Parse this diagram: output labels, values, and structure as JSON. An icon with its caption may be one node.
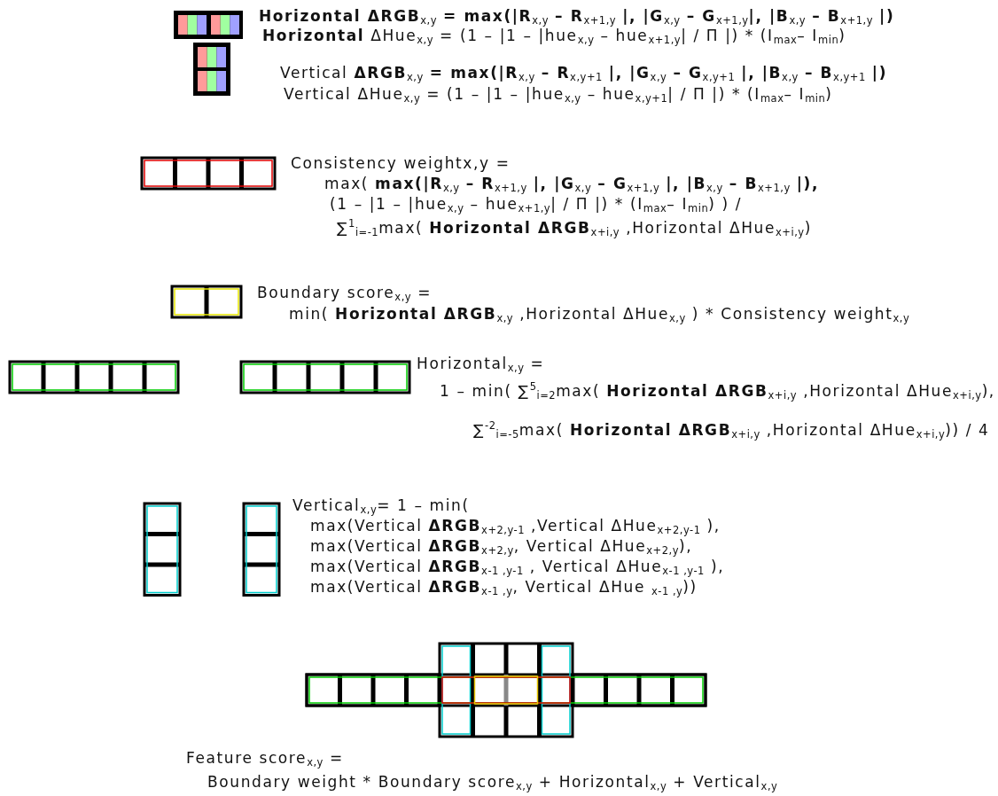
{
  "diagram": {
    "labels": [
      "**Horizontal ΔRGB**$_{x,y}$ **= max(|R**$_{x,y}$ **– R**$_{x+1,y}$ **|, |G**$_{x,y}$ **– G**$_{x+1,y}$**|, |B**$_{x,y}$ **– B**$_{x+1,y}$ **|)**",
      "**Horizontal** ΔHue$_{x,y}$ = (1 – |1 – |hue$_{x,y}$ – hue$_{x+1,y}$| / Π |) * (I$_{max}$– I$_{min}$)",
      "Vertical **ΔRGB**$_{x,y}$ **= max(|R**$_{x,y}$ **– R**$_{x,y+1}$ **|, |G**$_{x,y}$ **– G**$_{x,y+1}$ **|, |B**$_{x,y}$ **– B**$_{x,y+1}$ **|)**",
      "Vertical ΔHue$_{x,y}$ = (1 – |1 – |hue$_{x,y}$ – hue$_{x,y+1}$| / Π |) * (I$_{max}$– I$_{min}$)",
      "Consistency weightx,y =",
      "max( **max(|R**$_{x,y}$ **– R**$_{x+1,y}$ **|, |G**$_{x,y}$ **– G**$_{x+1,y}$ **|, |B**$_{x,y}$ **– B**$_{x+1,y}$ **|),**",
      "(1 – |1 – |hue$_{x,y}$ – hue$_{x+1,y}$| / Π |) * (I$_{max}$– I$_{min}$) ) /",
      "∑$^{1}$$_{i=-1}$max( **Horizontal ΔRGB**$_{x+i,y}$ ,Horizontal ΔHue$_{x+i,y}$)",
      "Boundary score$_{x,y}$ =",
      "min( **Horizontal ΔRGB**$_{x,y}$ ,Horizontal ΔHue$_{x,y}$ ) * Consistency weight$_{x,y}$",
      "Horizontal$_{x,y}$ =",
      "1 – min( ∑$^{5}$$_{i=2}$max( **Horizontal ΔRGB**$_{x+i,y}$ ,Horizontal ΔHue$_{x+i,y}$),",
      "∑$^{-2}$$_{i=-5}$max( **Horizontal ΔRGB**$_{x+i,y}$ ,Horizontal ΔHue$_{x+i,y}$)) / 4",
      "Vertical$_{x,y}$= 1 – min(",
      "max(Vertical **ΔRGB**$_{x+2,y-1}$ ,Vertical ΔHue$_{x+2,y-1}$ ),",
      "max(Vertical **ΔRGB**$_{x+2,y}$, Vertical ΔHue$_{x+2,y}$),",
      "max(Vertical **ΔRGB**$_{x-1 ,y-1}$ , Vertical ΔHue$_{x-1 ,y-1}$ ),",
      "max(Vertical **ΔRGB**$_{x-1 ,y}$, Vertical ΔHue $_{x-1 ,y}$))",
      "Feature score$_{x,y}$ =",
      "Boundary weight * Boundary score$_{x,y}$ + Horizontal$_{x,y}$ + Vertical$_{x,y}$"
    ]
  }
}
